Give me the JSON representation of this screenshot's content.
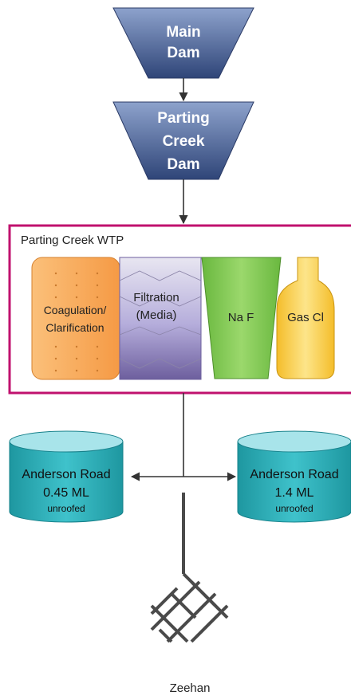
{
  "sources": {
    "main_dam": {
      "line1": "Main",
      "line2": "Dam"
    },
    "parting_creek_dam": {
      "line1": "Parting",
      "line2": "Creek",
      "line3": "Dam"
    }
  },
  "wtp": {
    "title": "Parting Creek WTP",
    "stages": {
      "coagulation": {
        "line1": "Coagulation/",
        "line2": "Clarification"
      },
      "filtration": {
        "line1": "Filtration",
        "line2": "(Media)"
      },
      "naf": {
        "label": "Na F"
      },
      "gas_cl": {
        "label": "Gas Cl"
      }
    }
  },
  "reservoirs": {
    "left": {
      "name": "Anderson Road",
      "capacity": "0.45 ML",
      "note": "unroofed"
    },
    "right": {
      "name": "Anderson Road",
      "capacity": "1.4 ML",
      "note": "unroofed"
    }
  },
  "network": {
    "label": "Zeehan"
  },
  "colors": {
    "dam_fill_top": "#8da2cc",
    "dam_fill_bottom": "#2f4578",
    "wtp_border": "#c0116e",
    "coag_fill": "#f7a85a",
    "filtration_fill": "#8a7fb3",
    "naf_fill": "#7fc655",
    "gascl_fill": "#f6c93a",
    "reservoir_fill": "#27adb5",
    "reservoir_top": "#a8e4ea",
    "network_stroke": "#4a4a4a"
  }
}
